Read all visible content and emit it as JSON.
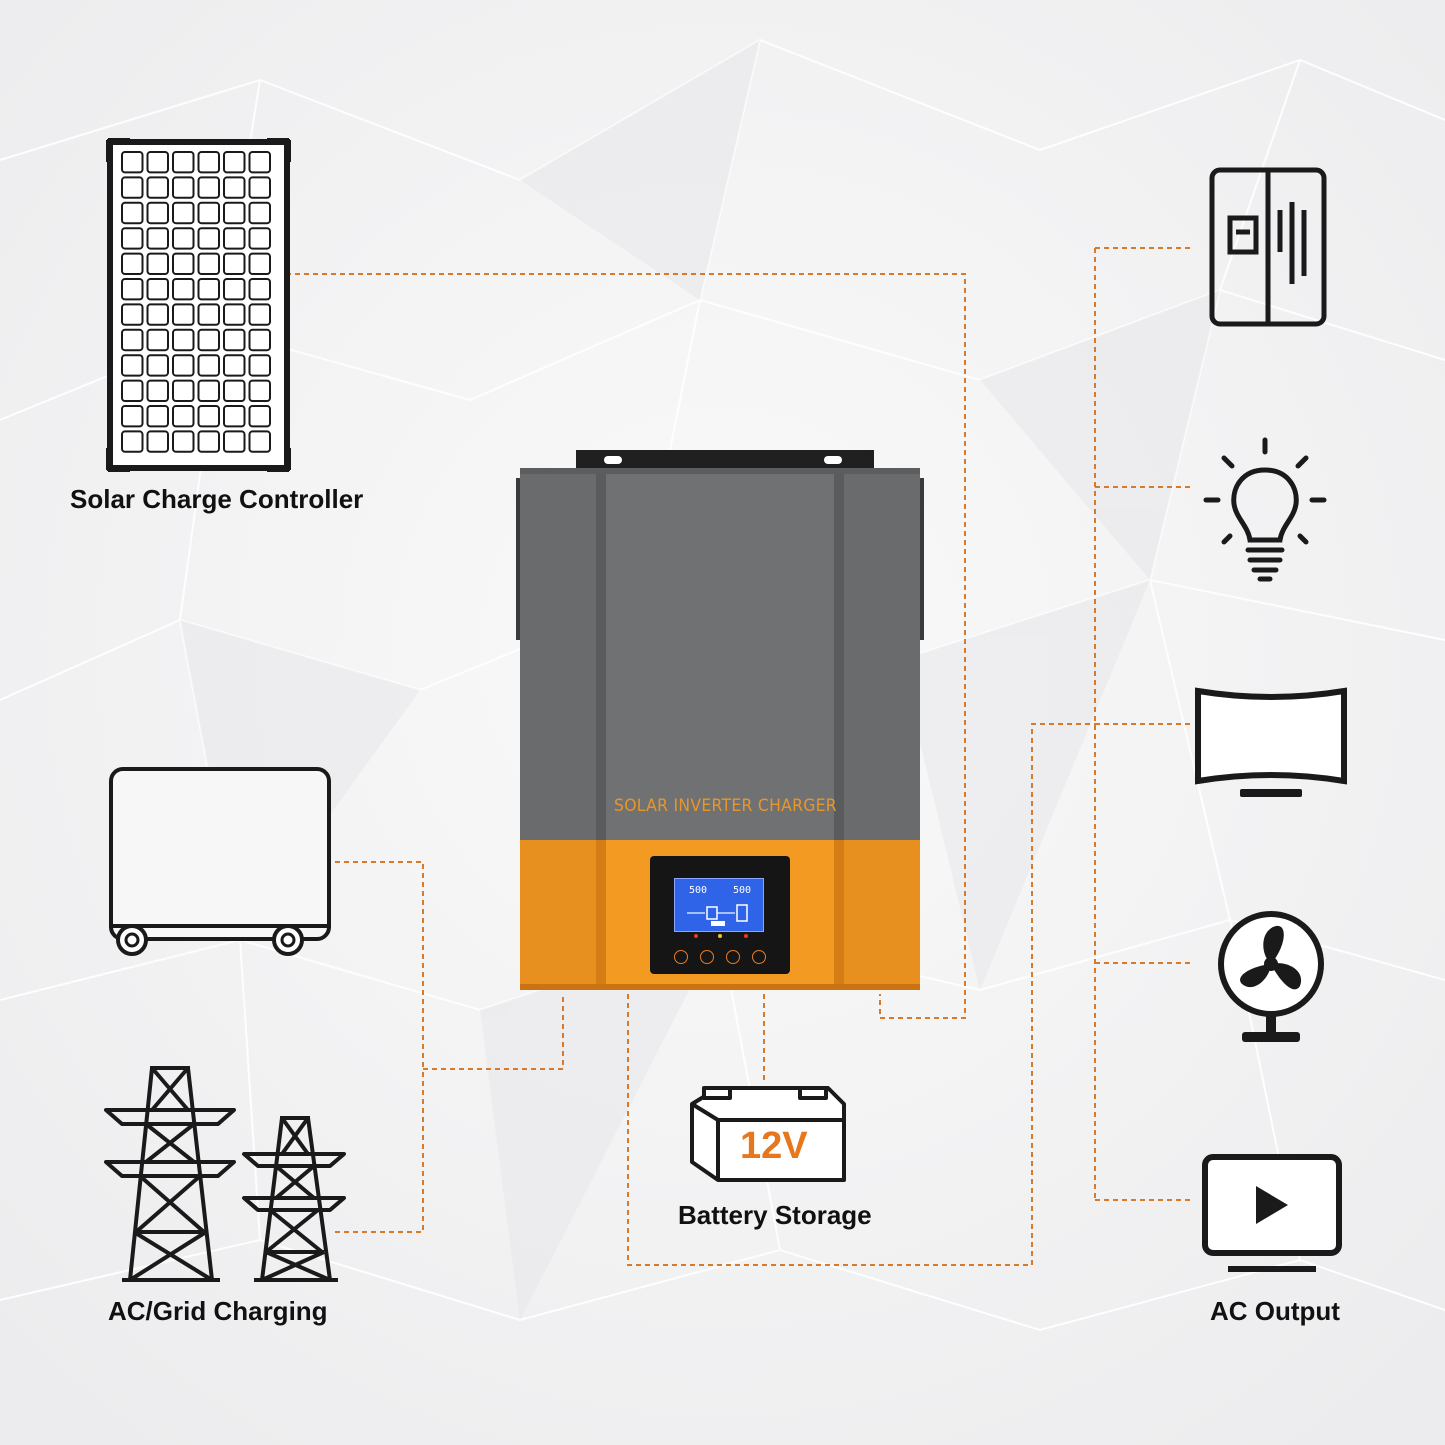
{
  "product": {
    "brand_text": "SOLAR INVERTER CHARGER",
    "lcd_input_reading": "500",
    "lcd_output_reading": "500"
  },
  "inputs": {
    "solar_label": "Solar Charge Controller",
    "generator_label": "",
    "grid_label": "AC/Grid Charging"
  },
  "battery": {
    "voltage": "12V",
    "label": "Battery Storage"
  },
  "outputs": {
    "label": "AC Output",
    "devices": [
      "refrigerator-icon",
      "light-bulb-icon",
      "tv-icon",
      "fan-icon",
      "monitor-play-icon"
    ]
  },
  "colors": {
    "accent_orange": "#e8901f",
    "wire_orange": "#d9792a",
    "body_gray": "#6a6b6d",
    "text_dark": "#111111"
  }
}
